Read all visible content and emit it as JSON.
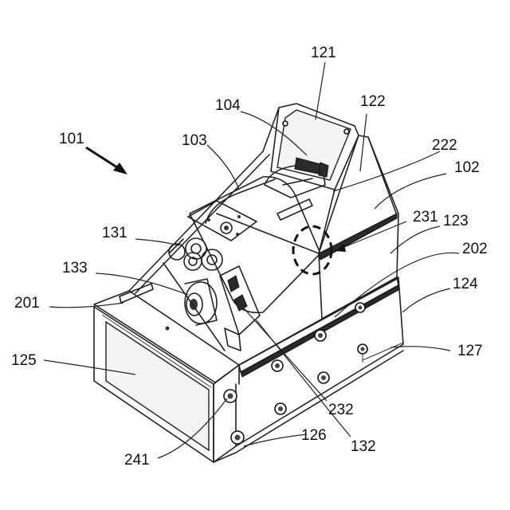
{
  "figure": {
    "reference_numerals": {
      "n101": "101",
      "n102": "102",
      "n103": "103",
      "n104": "104",
      "n121": "121",
      "n122": "122",
      "n123": "123",
      "n124": "124",
      "n125": "125",
      "n126": "126",
      "n127": "127",
      "n131": "131",
      "n132": "132",
      "n133": "133",
      "n201": "201",
      "n202": "202",
      "n222": "222",
      "n231": "231",
      "n232": "232",
      "n241": "241"
    }
  }
}
